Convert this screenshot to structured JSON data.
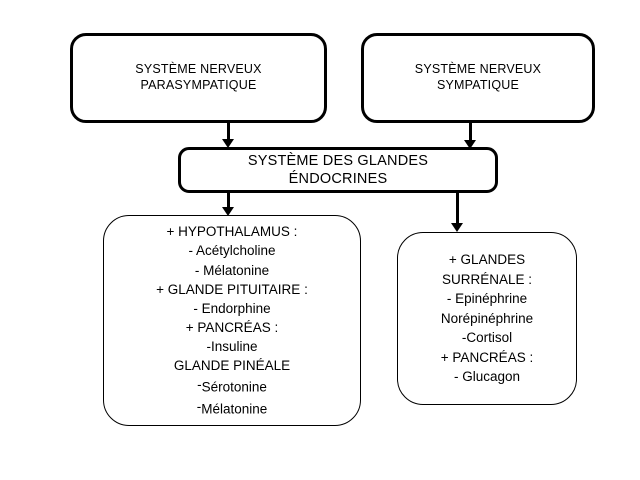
{
  "diagram": {
    "title": "Systeme des glandes endocrines",
    "background_color": "#ffffff",
    "stroke_color": "#000000",
    "nodes": {
      "parasympathetic": {
        "lines": [
          "SYSTÈME NERVEUX",
          "PARASYMPATIQUE"
        ]
      },
      "sympathetic": {
        "lines": [
          "SYSTÈME NERVEUX",
          "SYMPATIQUE"
        ]
      },
      "endocrine": {
        "lines": [
          "SYSTÈME DES GLANDES",
          "ÉNDOCRINES"
        ]
      },
      "left_glands": {
        "lines": [
          "+ HYPOTHALAMUS :",
          "- Acétylcholine",
          "- Mélatonine",
          "+ GLANDE PITUITAIRE :",
          "- Endorphine",
          "+ PANCRÉAS :",
          "-Insuline",
          "GLANDE PINÉALE",
          "-Sérotonine",
          "-Mélatonine"
        ]
      },
      "right_glands": {
        "lines": [
          "+ GLANDES",
          "SURRÉNALE :",
          "- Epinéphrine",
          "Norépinéphrine",
          "-Cortisol",
          "+ PANCRÉAS :",
          "- Glucagon"
        ]
      }
    },
    "arrows": [
      {
        "name": "parasympathetic-to-endocrine",
        "from": "parasympathetic",
        "to": "endocrine"
      },
      {
        "name": "sympathetic-to-endocrine",
        "from": "sympathetic",
        "to": "endocrine"
      },
      {
        "name": "endocrine-to-left-glands",
        "from": "endocrine",
        "to": "left_glands"
      },
      {
        "name": "endocrine-to-right-glands",
        "from": "endocrine",
        "to": "right_glands"
      }
    ]
  }
}
